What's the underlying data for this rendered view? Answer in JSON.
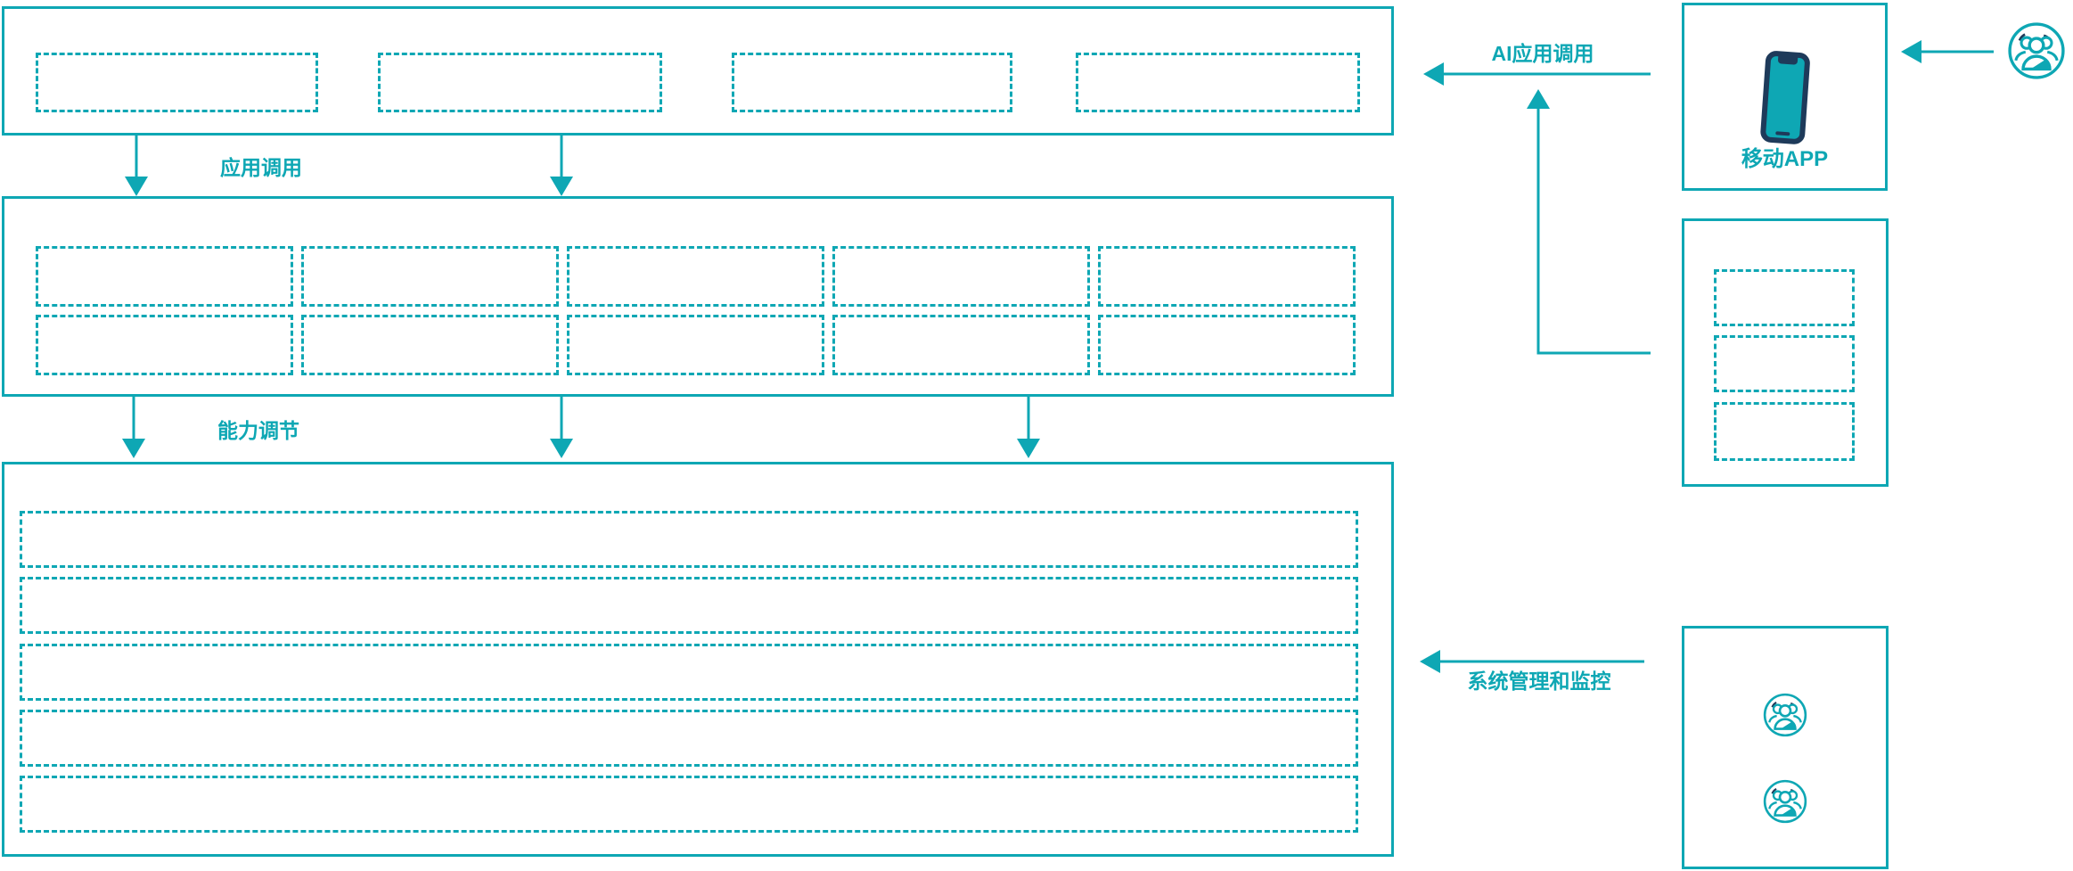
{
  "diagram": {
    "labels": {
      "app_call": "应用调用",
      "capability_adjust": "能力调节",
      "ai_app_call": "AI应用调用",
      "system_monitor": "系统管理和监控",
      "mobile_app": "移动APP"
    },
    "colors": {
      "accent": "#0ea7b4",
      "phone_dark": "#1e3a5a",
      "background": "#ffffff"
    },
    "icons": {
      "mobile_app": "mobile-phone-icon",
      "user_group": "user-group-icon"
    }
  }
}
